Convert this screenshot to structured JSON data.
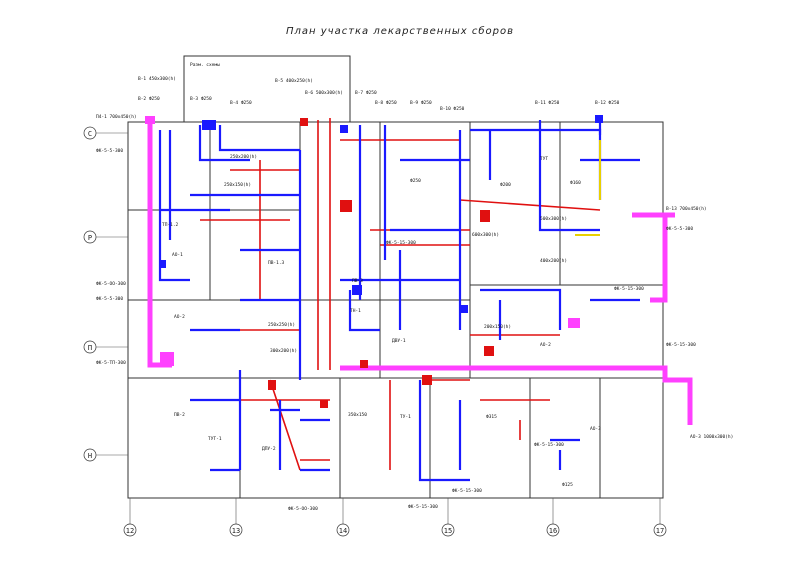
{
  "plan": {
    "title": "План участка лекарственных сборов",
    "room_label": "Разм. схемы"
  },
  "axes": {
    "rows": [
      "С",
      "Р",
      "П",
      "Н"
    ],
    "columns": [
      "12",
      "13",
      "14",
      "15",
      "16",
      "17"
    ]
  },
  "labels": {
    "top": [
      "В-1 450х300(h)",
      "В-2 Ф250",
      "В-3 Ф250",
      "В-4 Ф250",
      "В-5 400х250(h)",
      "В-6 500х300(h)",
      "В-7 Ф250",
      "В-8 Ф250",
      "В-9 Ф250",
      "В-10 Ф250",
      "В-11 Ф250",
      "В-12 Ф250"
    ],
    "left": [
      "П4-1 700х450(h)",
      "ФК-5-5-300",
      "ФК-5-ОО-300",
      "ФК-5-5-300",
      "ФК-5-ТП-300"
    ],
    "right": [
      "В-13 700х450(h)",
      "ФК-5-5-300",
      "ФК-5-15-300",
      "ФК-5-15-300",
      "АО-3 1000х300(h)"
    ],
    "bottom": [
      "ФК-5-ОО-300",
      "ФК-5-15-300",
      "ФК-5-15-300"
    ],
    "interior": [
      "250х200(h)",
      "250х150(h)",
      "ТП-1.2",
      "АО-1",
      "АО-2",
      "ПВ-1.3",
      "250х250(h)",
      "300х200(h)",
      "ФК-5-15-300",
      "ПВ-3",
      "ТН-1",
      "ДВУ-1",
      "600х300(h)",
      "500х300(h)",
      "400х200(h)",
      "200х150(h)",
      "АО-2",
      "ТУТ",
      "Ф250",
      "Ф200",
      "Ф160",
      "ПВ-2",
      "ТУТ-1",
      "ДПУ-2",
      "350х150",
      "ТУ-1",
      "Ф315",
      "АО-3",
      "ФК-5-15-300",
      "Ф125"
    ]
  },
  "colors": {
    "supply": "#1a1aff",
    "exhaust": "#e01010",
    "accent": "#ff40ff",
    "yellow": "#e8d000",
    "walls": "#333333"
  }
}
